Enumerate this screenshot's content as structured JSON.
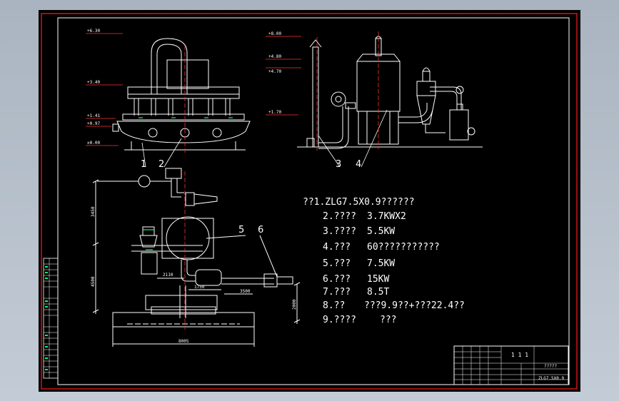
{
  "elevations_left": [
    "+6.30",
    "+3.40",
    "+1.41",
    "+0.97",
    "±0.00"
  ],
  "elevations_right": [
    "+8.00",
    "+4.80",
    "+4.70",
    "+1.70"
  ],
  "callouts": [
    "1",
    "2",
    "3",
    "4",
    "5",
    "6"
  ],
  "dimensions": {
    "height_top": "3450",
    "height_mid": "4500",
    "height_right": "2000",
    "horiz_a": "2110",
    "horiz_b": "1750",
    "horiz_c": "3500",
    "base_width": "8005"
  },
  "spec_lines": [
    {
      "label": "??1.ZLG7.5X0.9??????",
      "value": ""
    },
    {
      "label": "2.????",
      "value": "3.7KWX2"
    },
    {
      "label": "3.????",
      "value": "5.5KW"
    },
    {
      "label": "4.???",
      "value": "60???????????"
    },
    {
      "label": "5.???",
      "value": "7.5KW"
    },
    {
      "label": "6.???",
      "value": "15KW"
    },
    {
      "label": "7.???",
      "value": "8.5T"
    },
    {
      "label": "8.??",
      "value": "???9.9??+???22.4??"
    },
    {
      "label": "9.????",
      "value": "???"
    }
  ],
  "title_block": {
    "marks": "1  1  1",
    "name_cell": "?????",
    "drawing_no": "ZLG7.5X0.9"
  },
  "colors": {
    "line": "#ffffff",
    "frame": "#ff1a1a",
    "centerline": "#ff3030",
    "accent": "#00ff66",
    "background": "#000000"
  }
}
